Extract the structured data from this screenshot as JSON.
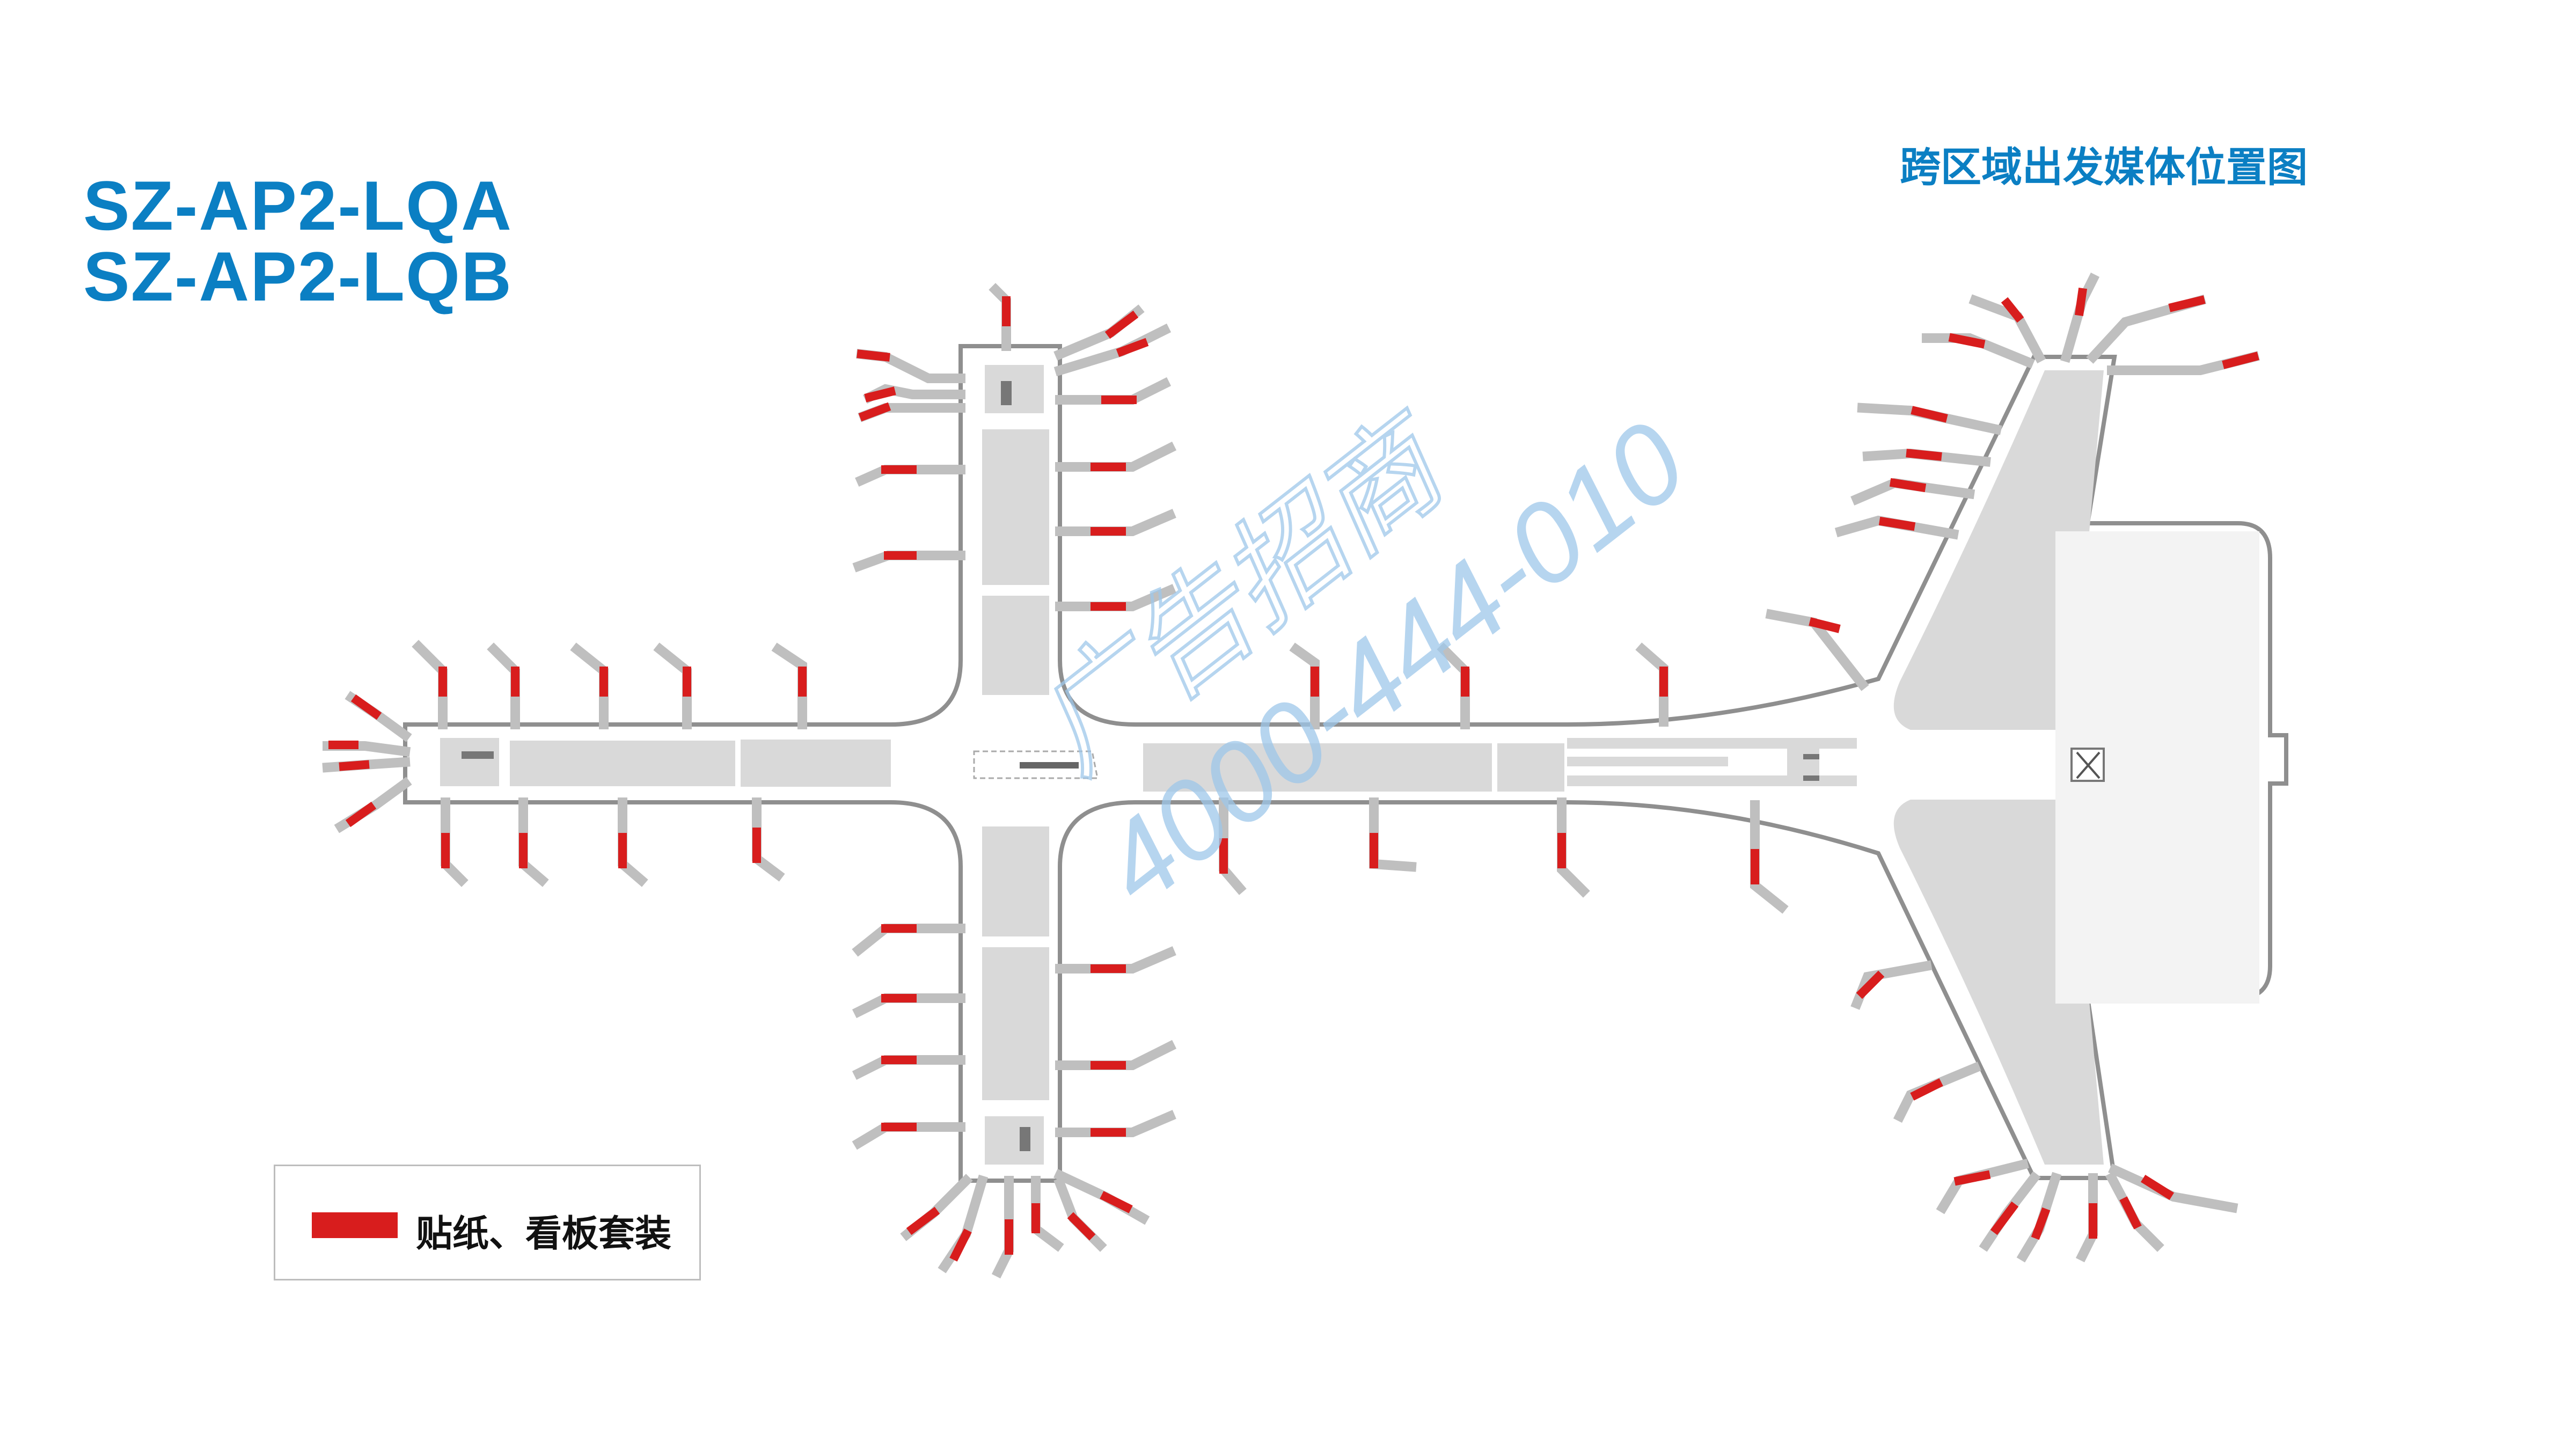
{
  "codes": [
    "SZ-AP2-LQA",
    "SZ-AP2-LQB"
  ],
  "map_title": "跨区域出发媒体位置图",
  "legend": {
    "label": "贴纸、看板套装",
    "color": "#d81d1d"
  },
  "watermark": {
    "line1": "广告招商",
    "line2": "4000-444-010",
    "color": "#9ec7ea"
  },
  "colors": {
    "accent": "#0b7fc3",
    "terminal_fill": "#d9d9d9",
    "terminal_outline": "#8f8f8f",
    "bridge": "#bfbfbf"
  }
}
